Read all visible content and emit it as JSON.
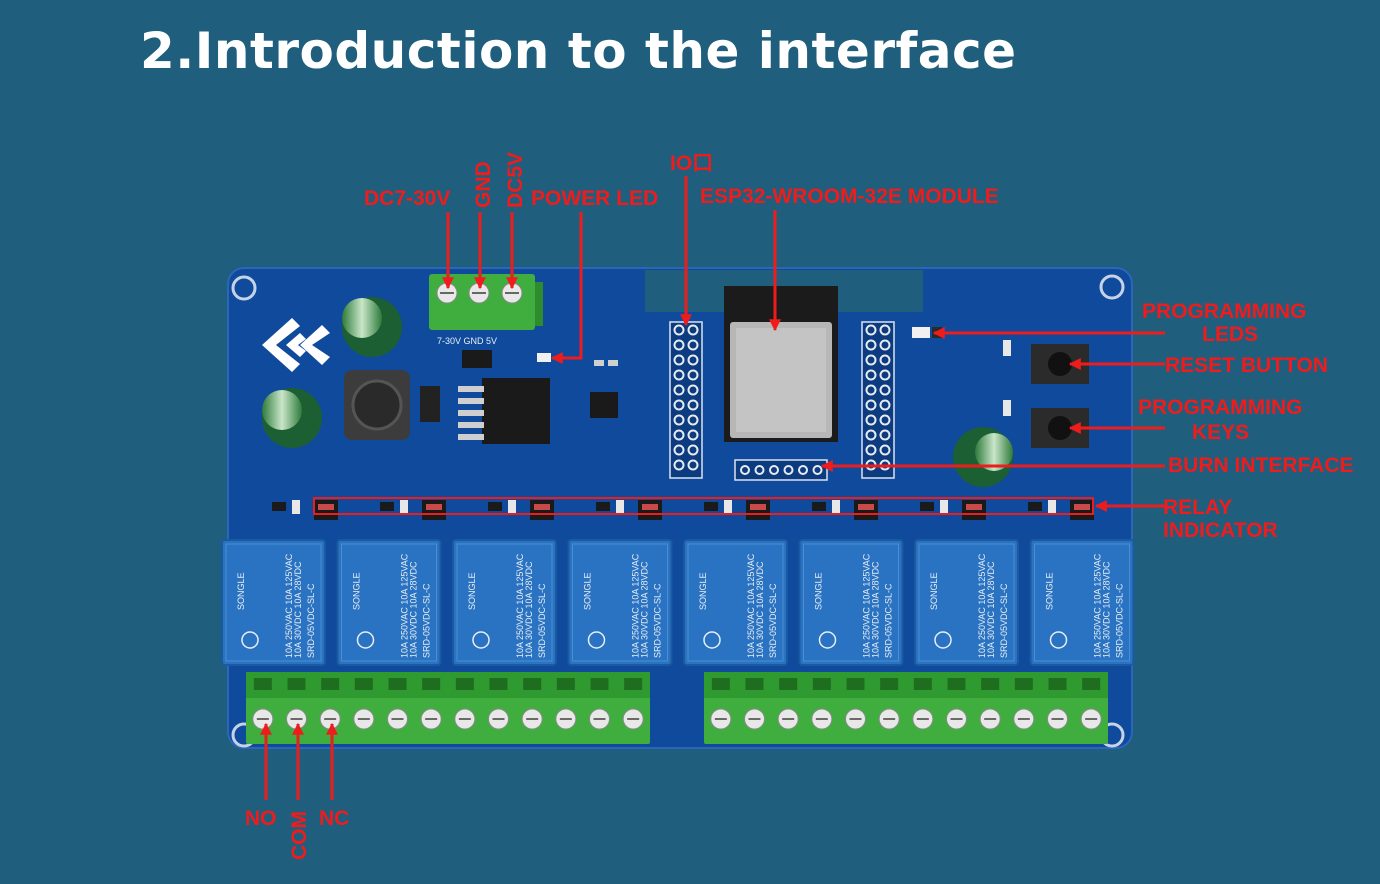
{
  "title": "2.Introduction to the interface",
  "labels": {
    "dc_input": "DC7-30V",
    "gnd": "GND",
    "dc5v": "DC5V",
    "power_led": "POWER LED",
    "io_port": "IO口",
    "esp32_module": "ESP32-WROOM-32E MODULE",
    "programming_leds_1": "PROGRAMMING",
    "programming_leds_2": "LEDS",
    "reset_button": "RESET BUTTON",
    "programming_keys_1": "PROGRAMMING",
    "programming_keys_2": "KEYS",
    "burn_interface": "BURN INTERFACE",
    "relay_indicator_1": "RELAY",
    "relay_indicator_2": "INDICATOR",
    "no": "NO",
    "com": "COM",
    "nc": "NC"
  },
  "board": {
    "silkscreen_power": "7-30V GND 5V",
    "relay_model": "SRD-05VDC-SL-C",
    "relay_rating_1": "10A 250VAC 10A 125VAC",
    "relay_rating_2": "10A 30VDC 10A 28VDC",
    "relay_brand": "SONGLE",
    "relay_count": 8,
    "terminal_count_per_block": 12
  },
  "colors": {
    "background": "#1f5f7d",
    "board": "#0f4a9c",
    "annotation": "#ee1c1c",
    "relay": "#2a73c2",
    "terminal": "#3fae3f"
  }
}
